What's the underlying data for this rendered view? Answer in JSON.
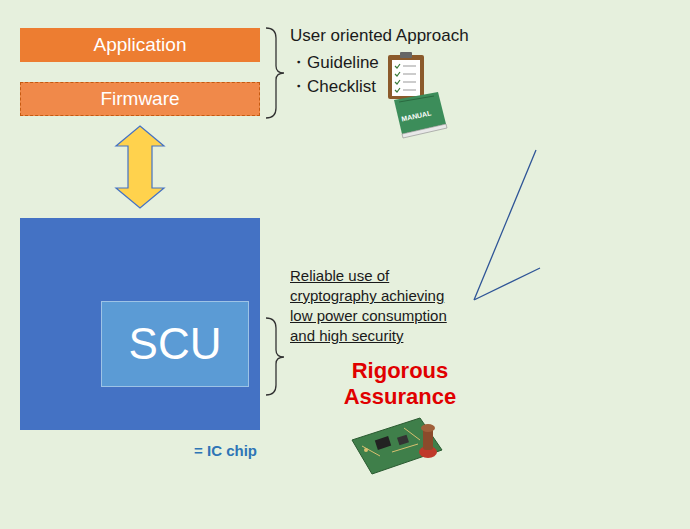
{
  "diagram": {
    "nodes": [
      {
        "text": [
          "Application"
        ]
      },
      {
        "text": [
          "Firmware"
        ]
      },
      {
        "text": [
          "= IC chip"
        ]
      },
      {
        "text": [
          "SCU"
        ],
        "in": 2
      }
    ],
    "edges": [
      {
        "from": 1,
        "to": 2,
        "arrow": "both"
      }
    ],
    "labels": [
      "User oriented Approach",
      "・Guideline",
      "・Checklist",
      "MANUAL",
      "Reliable use of cryptography achieving low power consumption and high security",
      "Rigorous Assurance"
    ]
  }
}
